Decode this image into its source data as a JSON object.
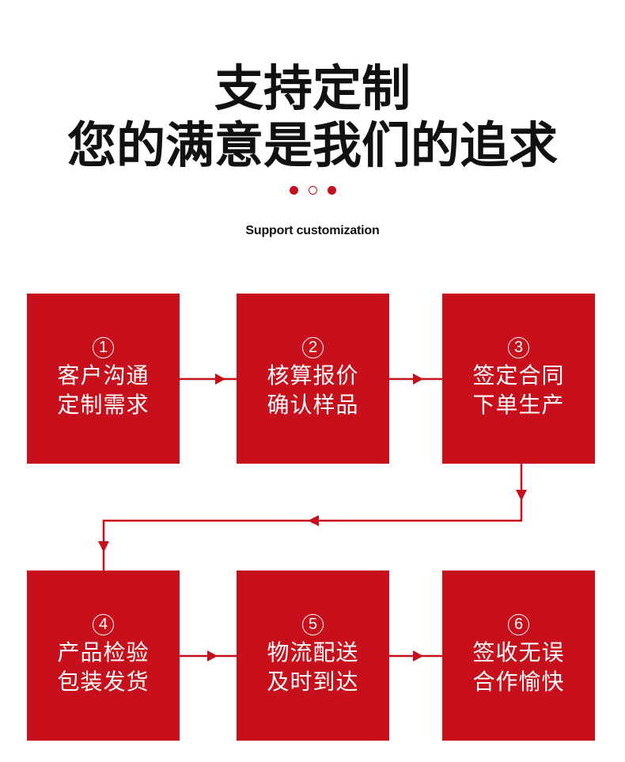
{
  "header": {
    "title_line1": "支持定制",
    "title_line2": "您的满意是我们的追求",
    "subtitle": "Support customization"
  },
  "colors": {
    "accent": "#c8101c",
    "text": "#111111",
    "background": "#ffffff"
  },
  "steps": [
    {
      "number": "1",
      "line1": "客户沟通",
      "line2": "定制需求"
    },
    {
      "number": "2",
      "line1": "核算报价",
      "line2": "确认样品"
    },
    {
      "number": "3",
      "line1": "签定合同",
      "line2": "下单生产"
    },
    {
      "number": "4",
      "line1": "产品检验",
      "line2": "包装发货"
    },
    {
      "number": "5",
      "line1": "物流配送",
      "line2": "及时到达"
    },
    {
      "number": "6",
      "line1": "签收无误",
      "line2": "合作愉快"
    }
  ]
}
